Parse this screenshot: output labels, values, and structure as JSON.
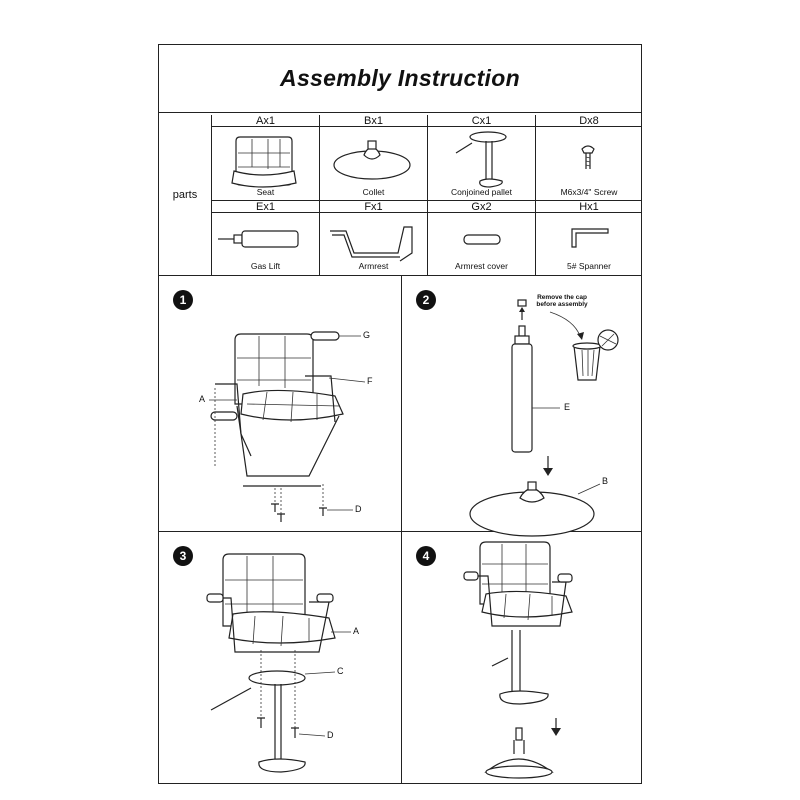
{
  "title": "Assembly  Instruction",
  "parts_label": "parts",
  "parts": [
    {
      "header": "Ax1",
      "caption": "Seat"
    },
    {
      "header": "Bx1",
      "caption": "Collet"
    },
    {
      "header": "Cx1",
      "caption": "Conjoined pallet"
    },
    {
      "header": "Dx8",
      "caption": "M6x3/4\" Screw"
    },
    {
      "header": "Ex1",
      "caption": "Gas Lift"
    },
    {
      "header": "Fx1",
      "caption": "Armrest"
    },
    {
      "header": "Gx2",
      "caption": "Armrest cover"
    },
    {
      "header": "Hx1",
      "caption": "5# Spanner"
    }
  ],
  "steps": [
    {
      "number": "1",
      "labels": {
        "a": "A",
        "g": "G",
        "f": "F",
        "d": "D"
      }
    },
    {
      "number": "2",
      "note": "Remove the cap before assembly",
      "labels": {
        "e": "E",
        "b": "B"
      }
    },
    {
      "number": "3",
      "labels": {
        "a": "A",
        "c": "C",
        "d": "D"
      }
    },
    {
      "number": "4"
    }
  ]
}
